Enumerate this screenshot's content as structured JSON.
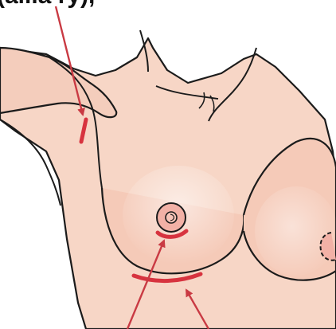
{
  "caption_fragment": "(ailla ry),",
  "colors": {
    "skin": "#f7d6c6",
    "skin_shadow": "#eab8a7",
    "areola": "#f2b1a6",
    "outline": "#1b1b1b",
    "incision": "#d7333f",
    "arrow": "#c93a43",
    "background": "#ffffff"
  },
  "callouts": [
    {
      "id": "axillary-incision",
      "icon": "arrow-to-axilla"
    },
    {
      "id": "periareolar-incision",
      "icon": "arrow-to-areola"
    },
    {
      "id": "inframammary-incision",
      "icon": "arrow-to-fold"
    }
  ]
}
